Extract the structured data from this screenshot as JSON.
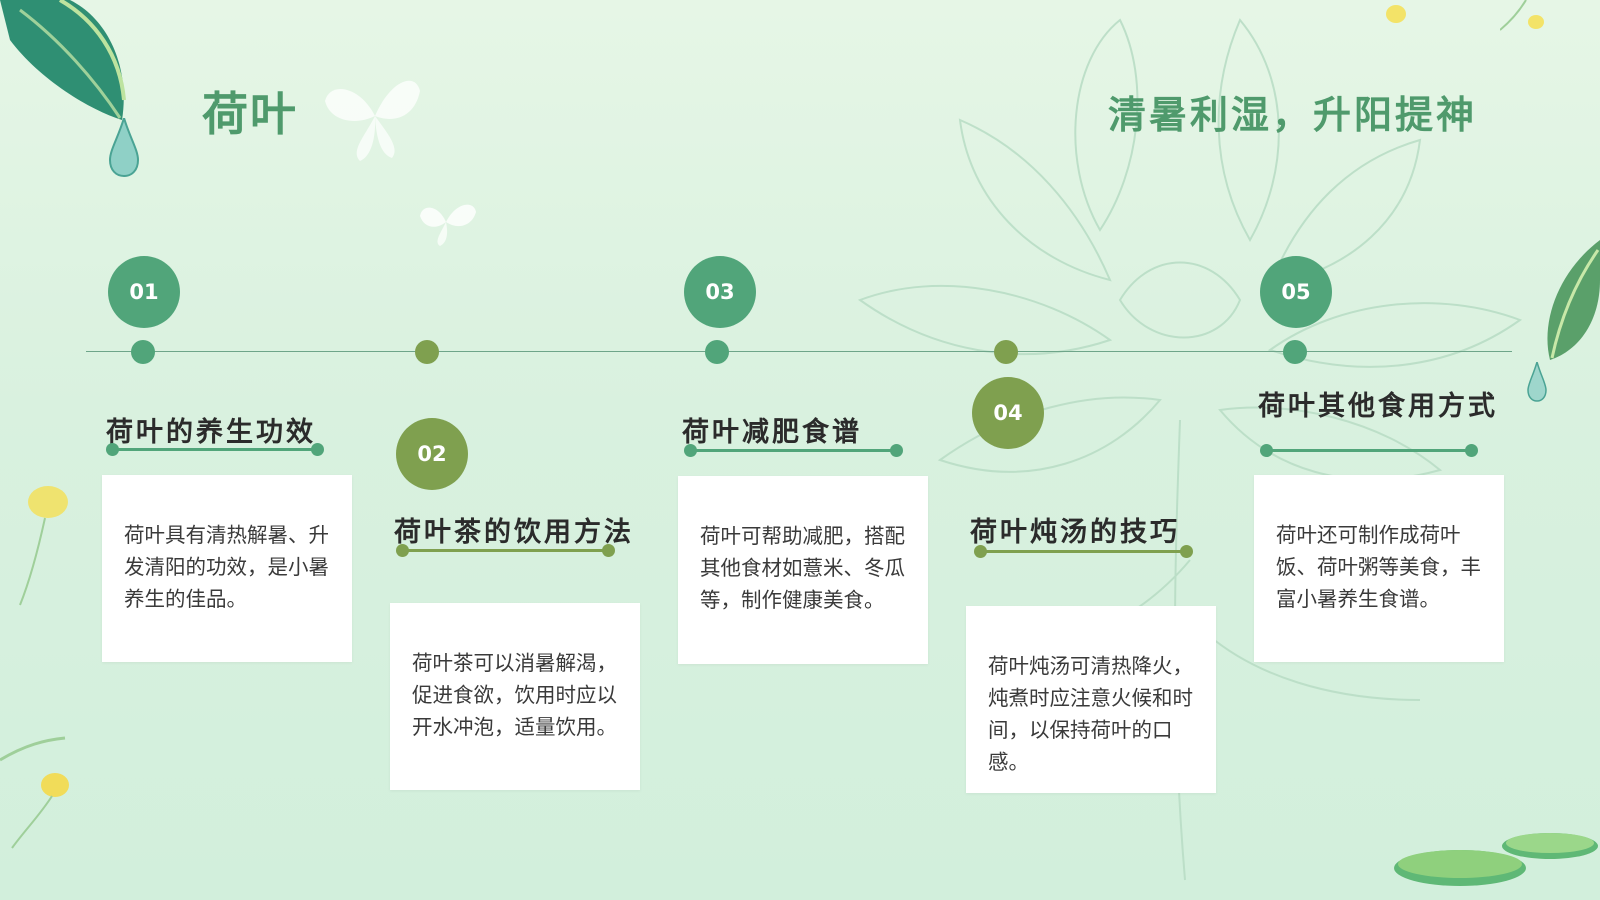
{
  "header": {
    "title": "荷叶",
    "subtitle": "清暑利湿，升阳提神"
  },
  "colors": {
    "green": "#51a57a",
    "olive": "#7fa04f",
    "title_green": "#4f9a6c"
  },
  "steps": [
    {
      "number": "01",
      "heading": "荷叶的养生功效",
      "text": "荷叶具有清热解暑、升发清阳的功效，是小暑养生的佳品。"
    },
    {
      "number": "02",
      "heading": "荷叶茶的饮用方法",
      "text": "荷叶茶可以消暑解渴，促进食欲，饮用时应以开水冲泡，适量饮用。"
    },
    {
      "number": "03",
      "heading": "荷叶减肥食谱",
      "text": "荷叶可帮助减肥，搭配其他食材如薏米、冬瓜等，制作健康美食。"
    },
    {
      "number": "04",
      "heading": "荷叶炖汤的技巧",
      "text": "荷叶炖汤可清热降火，炖煮时应注意火候和时间，以保持荷叶的口感。"
    },
    {
      "number": "05",
      "heading": "荷叶其他食用方式",
      "text": "荷叶还可制作成荷叶饭、荷叶粥等美食，丰富小暑养生食谱。"
    }
  ],
  "decorations": [
    "leaf-icon",
    "water-drop-icon",
    "butterfly-icon",
    "lotus-flower-icon",
    "lily-pad-icon",
    "yellow-flower-icon"
  ]
}
